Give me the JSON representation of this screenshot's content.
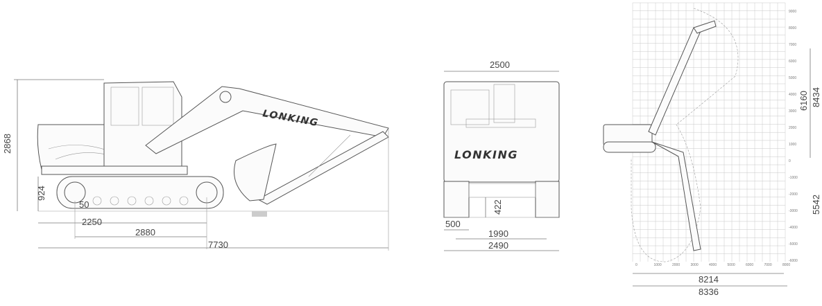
{
  "side_view": {
    "brand": "LONKING",
    "dims": {
      "height": "2868",
      "track_height": "924",
      "tumbler_dist": "2250",
      "track_length": "2880",
      "transport_length": "7730",
      "sprocket_hidden": "50"
    }
  },
  "front_view": {
    "brand": "LONKING",
    "dims": {
      "upper_width": "2500",
      "ground_clearance": "422",
      "shoe_width": "500",
      "track_gauge": "1990",
      "overall_width": "2490"
    }
  },
  "working_range": {
    "dims": {
      "reach_ground": "8214",
      "max_reach": "8336",
      "max_dump_height": "6160",
      "max_dig_height": "8434",
      "max_dig_depth": "5542"
    },
    "y_ticks": [
      "9000",
      "8000",
      "7000",
      "6000",
      "5000",
      "4000",
      "3000",
      "2000",
      "1000",
      "0",
      "-1000",
      "-2000",
      "-3000",
      "-4000",
      "-5000",
      "-6000"
    ],
    "x_ticks": [
      "0",
      "1000",
      "2000",
      "3000",
      "4000",
      "5000",
      "6000",
      "7000",
      "8000"
    ]
  }
}
